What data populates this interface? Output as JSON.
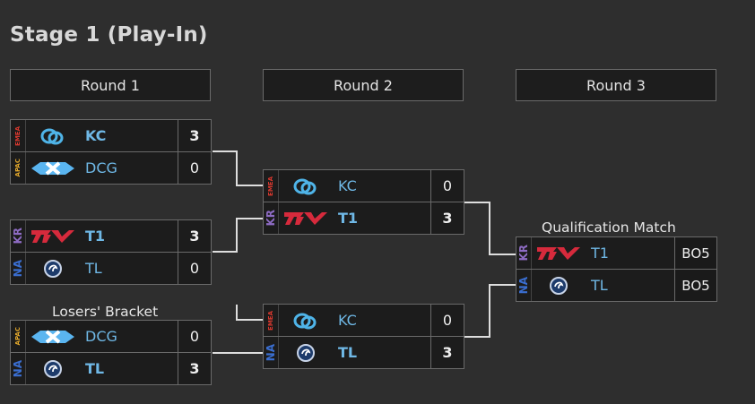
{
  "page_title": "Stage 1 (Play-In)",
  "rounds": [
    "Round 1",
    "Round 2",
    "Round 3"
  ],
  "labels": {
    "qualification": "Qualification Match",
    "losers": "Losers' Bracket"
  },
  "colors": {
    "emea": "#d8382e",
    "apac": "#e3a82b",
    "kr": "#8e6cc4",
    "na": "#3a6ed0",
    "kc": "#4fb4e8",
    "dcg": "#5ab5f0",
    "team_link": "#6fb8e6",
    "t1_red": "#d62a3c",
    "tl_blue": "#1d3b6b",
    "connector": "#dedede"
  },
  "matches": {
    "r1_m1": {
      "rows": [
        {
          "region": "EMEA",
          "logo": "kc-logo",
          "team": "KC",
          "score": "3",
          "winner": true
        },
        {
          "region": "APAC",
          "logo": "dcg-logo",
          "team": "DCG",
          "score": "0",
          "winner": false
        }
      ]
    },
    "r1_m2": {
      "rows": [
        {
          "region": "KR",
          "logo": "t1-logo",
          "team": "T1",
          "score": "3",
          "winner": true
        },
        {
          "region": "NA",
          "logo": "tl-logo",
          "team": "TL",
          "score": "0",
          "winner": false
        }
      ]
    },
    "r1_m3": {
      "rows": [
        {
          "region": "APAC",
          "logo": "dcg-logo",
          "team": "DCG",
          "score": "0",
          "winner": false
        },
        {
          "region": "NA",
          "logo": "tl-logo",
          "team": "TL",
          "score": "3",
          "winner": true
        }
      ]
    },
    "r2_m1": {
      "rows": [
        {
          "region": "EMEA",
          "logo": "kc-logo",
          "team": "KC",
          "score": "0",
          "winner": false
        },
        {
          "region": "KR",
          "logo": "t1-logo",
          "team": "T1",
          "score": "3",
          "winner": true
        }
      ]
    },
    "r2_m2": {
      "rows": [
        {
          "region": "EMEA",
          "logo": "kc-logo",
          "team": "KC",
          "score": "0",
          "winner": false
        },
        {
          "region": "NA",
          "logo": "tl-logo",
          "team": "TL",
          "score": "3",
          "winner": true
        }
      ]
    },
    "r3_m1": {
      "rows": [
        {
          "region": "KR",
          "logo": "t1-logo",
          "team": "T1",
          "score": "BO5",
          "winner": false
        },
        {
          "region": "NA",
          "logo": "tl-logo",
          "team": "TL",
          "score": "BO5",
          "winner": false
        }
      ]
    }
  }
}
